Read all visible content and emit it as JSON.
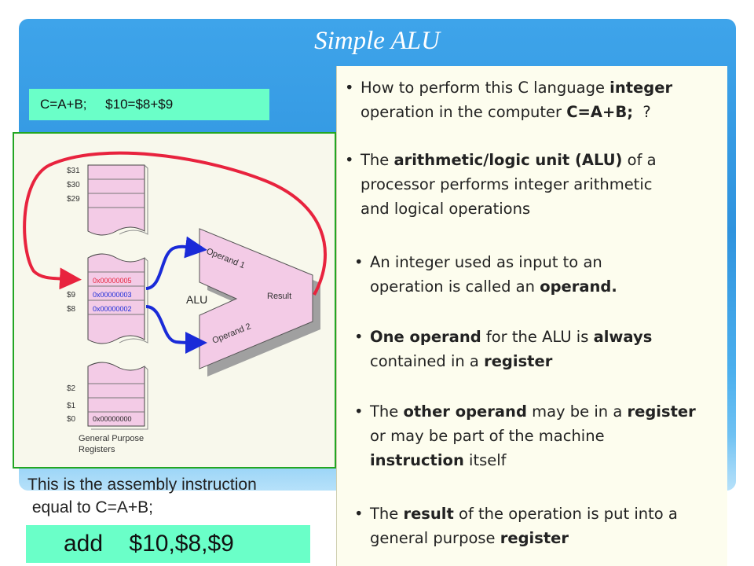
{
  "slide": {
    "title": "Simple ALU",
    "c_statement": "C=A+B;",
    "mips_statement": "$10=$8+$9"
  },
  "diagram": {
    "registers_top": [
      "$31",
      "$30",
      "$29"
    ],
    "registers_mid_labels": [
      "$9",
      "$8"
    ],
    "registers_mid_values": [
      "0x00000005",
      "0x00000003",
      "0x00000002"
    ],
    "registers_bottom": [
      "$2",
      "$1",
      "$0"
    ],
    "register_zero_value": "0x00000000",
    "caption_line1": "General Purpose",
    "caption_line2": "Registers",
    "alu_label": "ALU",
    "operand1_label": "Operand  1",
    "operand2_label": "Operand  2",
    "result_label": "Result",
    "colors": {
      "arrow_red": "#e8233e",
      "arrow_blue": "#1a2bd8",
      "reg_fill": "#f3cbe6",
      "alu_fill": "#f3cbe6"
    }
  },
  "bullets": {
    "b1_pre": "How to perform this C language ",
    "b1_bold": "integer",
    "b1_line2_pre": "operation in the computer ",
    "b1_line2_bold": "C=A+B;",
    "b1_line2_post": "  ?",
    "b2_pre": "The ",
    "b2_bold": "arithmetic/logic unit (ALU)",
    "b2_post": " of a",
    "b2_line2": "processor performs integer arithmetic",
    "b2_line3": "and logical operations",
    "b3_line1": "An integer used as input to an",
    "b3_line2_pre": "operation is called an ",
    "b3_line2_bold": "operand.",
    "b4_bold1": "One operand",
    "b4_mid": " for the ALU is ",
    "b4_bold2": "always",
    "b4_line2_pre": "contained in a ",
    "b4_line2_bold": "register",
    "b5_pre": "The ",
    "b5_bold1": "other operand",
    "b5_mid": " may be in a ",
    "b5_bold2": "register",
    "b5_line2": "or may be part of the machine",
    "b5_line3_bold": "instruction",
    "b5_line3_post": " itself",
    "b6_pre": "The ",
    "b6_bold1": "result",
    "b6_mid": " of the operation is put into a",
    "b6_line2_pre": "general purpose ",
    "b6_line2_bold": "register"
  },
  "assembly": {
    "line1": "This is the assembly instruction",
    "line2": " equal to C=A+B;",
    "instruction": "add    $10,$8,$9"
  }
}
